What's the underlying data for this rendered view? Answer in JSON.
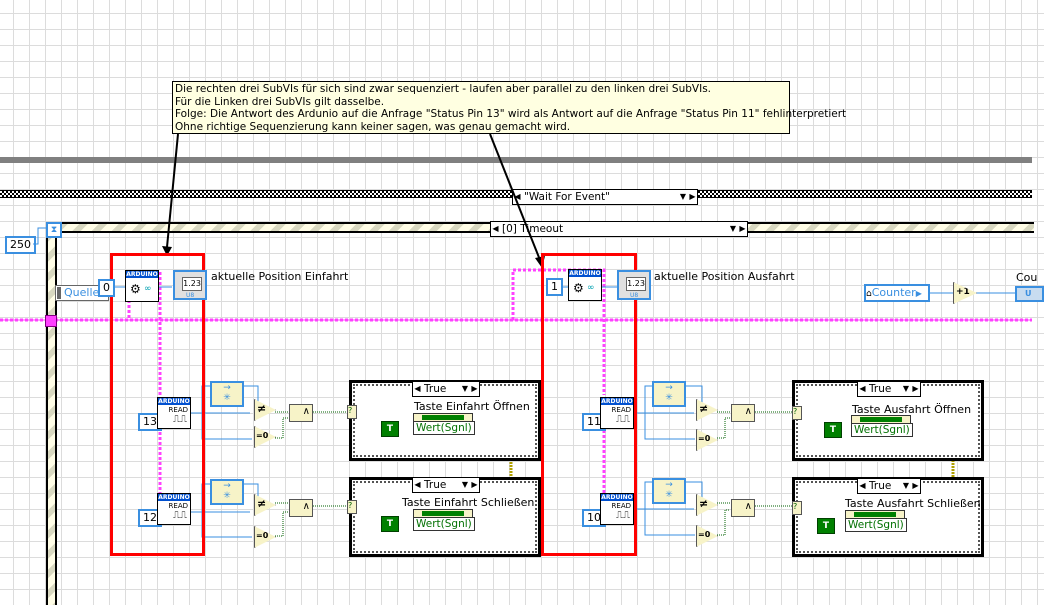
{
  "comment": {
    "lines": [
      "Die rechten drei SubVIs für sich sind zwar sequenziert - laufen aber parallel zu den linken drei SubVIs.",
      "Für die Linken drei SubVIs gilt dasselbe.",
      "Folge: Die Antwort des Ardunio auf die Anfrage \"Status Pin 13\" wird als Antwort auf die Anfrage \"Status Pin 11\" fehlinterpretiert",
      "Ohne richtige Sequenzierung kann keiner sagen, was genau gemacht wird."
    ]
  },
  "event_structure": {
    "selector_label": "\"Wait For Event\""
  },
  "while_loop": {
    "timeout_label": "[0] Timeout",
    "timeout_value": "250"
  },
  "quelle_label": "Quelle",
  "left_group": {
    "init_const": "0",
    "indicator_label": "aktuelle Position Einfahrt",
    "indicator_display": "1.23",
    "indicator_type": "U8",
    "arduino_header": "ARDUINO",
    "read_label": "READ",
    "pins": [
      "13",
      "12"
    ],
    "cases": [
      {
        "selector": "True",
        "title": "Taste Einfahrt Öffnen",
        "value_label": "Wert(Sgnl)",
        "const": "T"
      },
      {
        "selector": "True",
        "title": "Taste Einfahrt Schließen",
        "value_label": "Wert(Sgnl)",
        "const": "T"
      }
    ]
  },
  "right_group": {
    "init_const": "1",
    "indicator_label": "aktuelle Position Ausfahrt",
    "indicator_display": "1.23",
    "indicator_type": "U8",
    "arduino_header": "ARDUINO",
    "read_label": "READ",
    "pins": [
      "11",
      "10"
    ],
    "cases": [
      {
        "selector": "True",
        "title": "Taste Ausfahrt Öffnen",
        "value_label": "Wert(Sgnl)",
        "const": "T"
      },
      {
        "selector": "True",
        "title": "Taste Ausfahrt Schließen",
        "value_label": "Wert(Sgnl)",
        "const": "T"
      }
    ]
  },
  "counter": {
    "local_var": "Counter",
    "increment": "+1",
    "output_label": "Cou",
    "output_type": "U"
  },
  "gates": {
    "not_equal": "≠",
    "equal_zero": "=0",
    "and": "∧",
    "case_q": "?"
  },
  "colors": {
    "highlight_red": "#ff0000",
    "wire_blue": "#3a8fe0",
    "wire_pink": "#ff40ff",
    "wire_green": "#006000",
    "wire_yellow": "#b0a000"
  }
}
